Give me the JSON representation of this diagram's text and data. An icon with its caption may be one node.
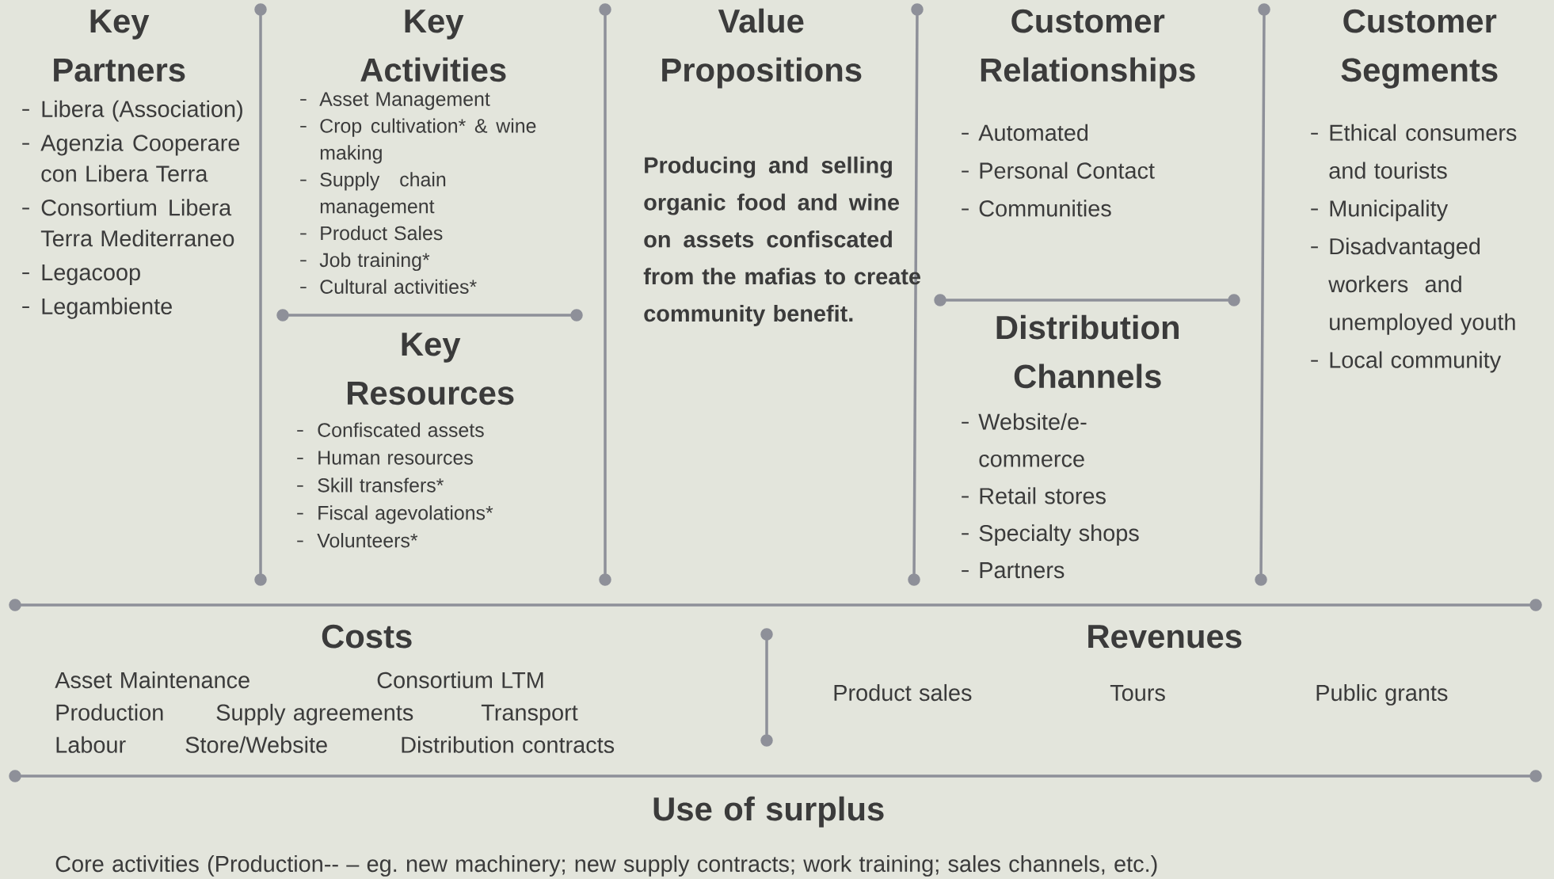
{
  "diagram": {
    "nodes": [
      {
        "text": [
          "Key Partners",
          "Libera (Association)",
          "Agenzia Cooperare con Libera Terra",
          "Consortium Libera Terra Mediterraneo",
          "Legacoop",
          "Legambiente"
        ]
      },
      {
        "text": [
          "Key Activities",
          "Asset Management",
          "Crop cultivation* & wine making",
          "Supply chain management",
          "Product Sales",
          "Job training*",
          "Cultural activities*"
        ]
      },
      {
        "text": [
          "Key Resources",
          "Confiscated assets",
          "Human resources",
          "Skill transfers*",
          "Fiscal agevolations*",
          "Volunteers*"
        ]
      },
      {
        "text": [
          "Value Propositions",
          "Producing and selling organic food and wine on assets confiscated from the mafias to create community benefit."
        ]
      },
      {
        "text": [
          "Customer Relationships",
          "Automated",
          "Personal Contact",
          "Communities"
        ]
      },
      {
        "text": [
          "Distribution Channels",
          "Website/e-commerce",
          "Retail stores",
          "Specialty shops",
          "Partners"
        ]
      },
      {
        "text": [
          "Customer Segments",
          "Ethical consumers and tourists",
          "Municipality",
          "Disadvantaged workers and unemployed youth",
          "Local community"
        ]
      },
      {
        "text": [
          "Costs",
          "Asset Maintenance",
          "Consortium LTM",
          "Production",
          "Supply agreements",
          "Transport",
          "Labour",
          "Store/Website",
          "Distribution contracts"
        ]
      },
      {
        "text": [
          "Revenues",
          "Product sales",
          "Tours",
          "Public grants"
        ]
      },
      {
        "text": [
          "Use of surplus",
          "Core activities (Production-- – eg. new machinery; new supply contracts; work training; sales channels, etc.)"
        ]
      }
    ]
  }
}
